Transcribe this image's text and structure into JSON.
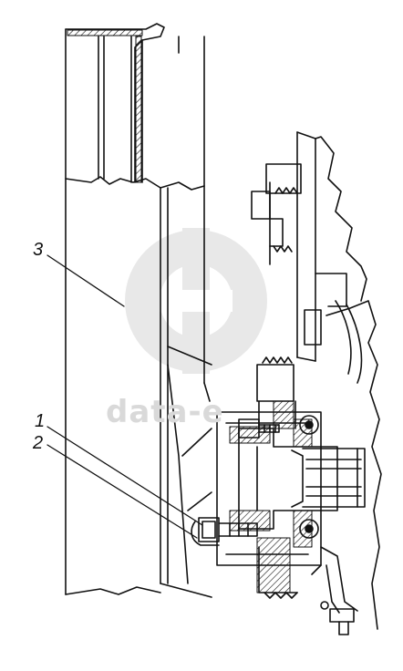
{
  "callouts": [
    {
      "id": "3",
      "label": "3"
    },
    {
      "id": "1",
      "label": "1"
    },
    {
      "id": "2",
      "label": "2"
    }
  ],
  "watermark": {
    "text": "data-e"
  },
  "colors": {
    "line": "#111111",
    "paper": "#ffffff",
    "watermark": "#d6d6d6"
  }
}
